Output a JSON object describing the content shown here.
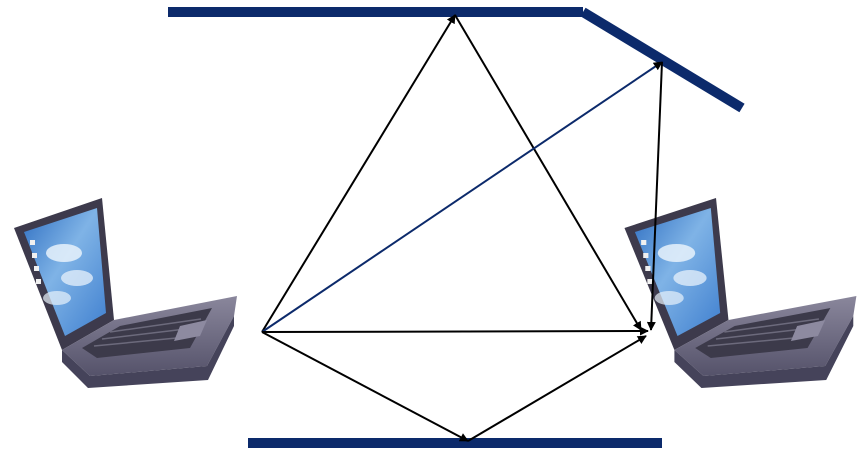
{
  "diagram": {
    "kind": "multipath-propagation",
    "colors": {
      "reflector": "#0c2a6b",
      "ray": "#000000",
      "background": "#ffffff",
      "screen_sky": "#5f9bd8",
      "laptop_body": "#6d6a80"
    },
    "nodes": [
      {
        "id": "transmitter",
        "icon": "laptop-icon"
      },
      {
        "id": "receiver",
        "icon": "laptop-icon"
      }
    ],
    "reflectors": [
      {
        "id": "ceiling-reflector"
      },
      {
        "id": "angled-reflector"
      },
      {
        "id": "floor-reflector"
      }
    ],
    "paths": [
      {
        "id": "line-of-sight",
        "hops": [
          "transmitter",
          "receiver"
        ]
      },
      {
        "id": "ceiling-bounce",
        "hops": [
          "transmitter",
          "ceiling-reflector",
          "receiver"
        ]
      },
      {
        "id": "angled-bounce",
        "hops": [
          "transmitter",
          "angled-reflector",
          "receiver"
        ]
      },
      {
        "id": "floor-bounce",
        "hops": [
          "transmitter",
          "floor-reflector",
          "receiver"
        ]
      }
    ]
  }
}
